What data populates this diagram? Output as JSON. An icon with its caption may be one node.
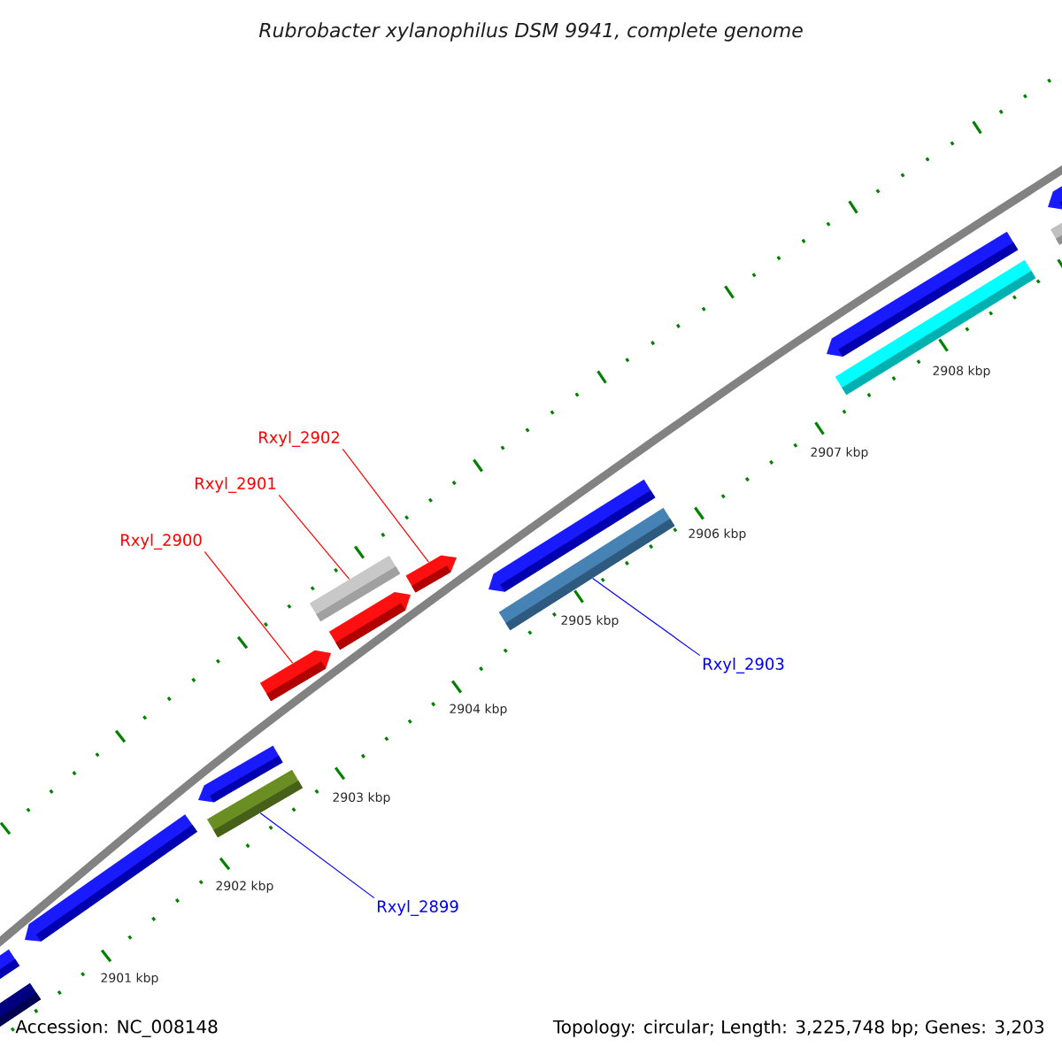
{
  "diagram": {
    "title": "Rubrobacter xylanophilus DSM 9941, complete genome",
    "nodes": [
      {
        "text": [
          "Rxyl_2902"
        ]
      },
      {
        "text": [
          "Rxyl_2901"
        ]
      },
      {
        "text": [
          "Rxyl_2900"
        ]
      },
      {
        "text": [],
        "shape": "arrow"
      },
      {
        "text": [],
        "shape": "bar"
      },
      {
        "text": [],
        "shape": "arrow"
      },
      {
        "text": [],
        "shape": "bar"
      },
      {
        "text": [
          "Rxyl_2903"
        ]
      },
      {
        "text": [],
        "shape": "bar"
      },
      {
        "text": [
          "Rxyl_2899"
        ]
      }
    ],
    "edges": [
      {
        "from": 0,
        "to": 3,
        "arrow": "none"
      },
      {
        "from": 1,
        "to": 4,
        "arrow": "none"
      },
      {
        "from": 2,
        "to": 5,
        "arrow": "none"
      },
      {
        "from": 7,
        "to": 6,
        "arrow": "none",
        "color": "#0000ff"
      },
      {
        "from": 9,
        "to": 8,
        "arrow": "none",
        "color": "#0000ff"
      }
    ],
    "labels": [
      "2908 kbp",
      "2907 kbp",
      "2906 kbp",
      "2905 kbp",
      "2904 kbp",
      "2903 kbp",
      "2902 kbp",
      "2901 kbp",
      "Accession: NC_008148",
      "Topology: circular; Length: 3,225,748 bp; Genes: 3,203"
    ]
  }
}
